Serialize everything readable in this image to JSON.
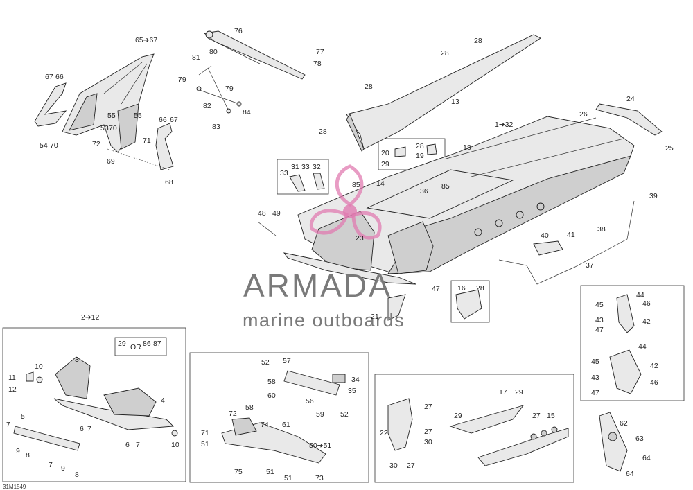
{
  "diagram_id": "31M1549",
  "watermark": {
    "brand": "ARMADA",
    "tagline": "marine outboards",
    "accent_color": "#e07bb0",
    "text_color": "#7a7a7a"
  },
  "callouts": [
    {
      "id": "c0",
      "text": "65➔67"
    },
    {
      "id": "c1",
      "text": "67"
    },
    {
      "id": "c2",
      "text": "66"
    },
    {
      "id": "c3",
      "text": "55"
    },
    {
      "id": "c4",
      "text": "55"
    },
    {
      "id": "c5",
      "text": "53"
    },
    {
      "id": "c6",
      "text": "70"
    },
    {
      "id": "c7",
      "text": "54"
    },
    {
      "id": "c8",
      "text": "70"
    },
    {
      "id": "c9",
      "text": "72"
    },
    {
      "id": "c10",
      "text": "71"
    },
    {
      "id": "c11",
      "text": "69"
    },
    {
      "id": "c12",
      "text": "66"
    },
    {
      "id": "c13",
      "text": "67"
    },
    {
      "id": "c14",
      "text": "68"
    },
    {
      "id": "c15",
      "text": "76"
    },
    {
      "id": "c16",
      "text": "81"
    },
    {
      "id": "c17",
      "text": "80"
    },
    {
      "id": "c18",
      "text": "79"
    },
    {
      "id": "c19",
      "text": "79"
    },
    {
      "id": "c20",
      "text": "82"
    },
    {
      "id": "c21",
      "text": "84"
    },
    {
      "id": "c22",
      "text": "83"
    },
    {
      "id": "c23",
      "text": "77"
    },
    {
      "id": "c24",
      "text": "78"
    },
    {
      "id": "c25",
      "text": "28"
    },
    {
      "id": "c26",
      "text": "28"
    },
    {
      "id": "c27",
      "text": "28"
    },
    {
      "id": "c28",
      "text": "13"
    },
    {
      "id": "c29",
      "text": "28"
    },
    {
      "id": "c30",
      "text": "1➔32"
    },
    {
      "id": "c31",
      "text": "26"
    },
    {
      "id": "c32",
      "text": "24"
    },
    {
      "id": "c33",
      "text": "25"
    },
    {
      "id": "c34",
      "text": "20"
    },
    {
      "id": "c35",
      "text": "29"
    },
    {
      "id": "c36",
      "text": "28"
    },
    {
      "id": "c37",
      "text": "19"
    },
    {
      "id": "c38",
      "text": "18"
    },
    {
      "id": "c39",
      "text": "31"
    },
    {
      "id": "c40",
      "text": "33"
    },
    {
      "id": "c41",
      "text": "32"
    },
    {
      "id": "c42",
      "text": "33"
    },
    {
      "id": "c43",
      "text": "14"
    },
    {
      "id": "c44",
      "text": "36"
    },
    {
      "id": "c45",
      "text": "85"
    },
    {
      "id": "c46",
      "text": "85"
    },
    {
      "id": "c47",
      "text": "39"
    },
    {
      "id": "c48",
      "text": "48"
    },
    {
      "id": "c49",
      "text": "49"
    },
    {
      "id": "c50",
      "text": "23"
    },
    {
      "id": "c51",
      "text": "38"
    },
    {
      "id": "c52",
      "text": "40"
    },
    {
      "id": "c53",
      "text": "41"
    },
    {
      "id": "c54",
      "text": "37"
    },
    {
      "id": "c55",
      "text": "47"
    },
    {
      "id": "c56",
      "text": "16"
    },
    {
      "id": "c57",
      "text": "28"
    },
    {
      "id": "c58",
      "text": "21"
    },
    {
      "id": "c59",
      "text": "2➔12"
    },
    {
      "id": "c60",
      "text": "29"
    },
    {
      "id": "c61",
      "text": "OR"
    },
    {
      "id": "c62",
      "text": "86"
    },
    {
      "id": "c63",
      "text": "87"
    },
    {
      "id": "c64",
      "text": "3"
    },
    {
      "id": "c65",
      "text": "10"
    },
    {
      "id": "c66",
      "text": "11"
    },
    {
      "id": "c67",
      "text": "12"
    },
    {
      "id": "c68",
      "text": "4"
    },
    {
      "id": "c69",
      "text": "5"
    },
    {
      "id": "c70",
      "text": "6"
    },
    {
      "id": "c71",
      "text": "7"
    },
    {
      "id": "c72",
      "text": "7"
    },
    {
      "id": "c73",
      "text": "9"
    },
    {
      "id": "c74",
      "text": "8"
    },
    {
      "id": "c75",
      "text": "7"
    },
    {
      "id": "c76",
      "text": "9"
    },
    {
      "id": "c77",
      "text": "8"
    },
    {
      "id": "c78",
      "text": "6"
    },
    {
      "id": "c79",
      "text": "7"
    },
    {
      "id": "c80",
      "text": "10"
    },
    {
      "id": "c81",
      "text": "52"
    },
    {
      "id": "c82",
      "text": "57"
    },
    {
      "id": "c83",
      "text": "58"
    },
    {
      "id": "c84",
      "text": "60"
    },
    {
      "id": "c85",
      "text": "56"
    },
    {
      "id": "c86",
      "text": "34"
    },
    {
      "id": "c87",
      "text": "35"
    },
    {
      "id": "c88",
      "text": "59"
    },
    {
      "id": "c89",
      "text": "52"
    },
    {
      "id": "c90",
      "text": "58"
    },
    {
      "id": "c91",
      "text": "72"
    },
    {
      "id": "c92",
      "text": "74"
    },
    {
      "id": "c93",
      "text": "61"
    },
    {
      "id": "c94",
      "text": "71"
    },
    {
      "id": "c95",
      "text": "51"
    },
    {
      "id": "c96",
      "text": "50➔51"
    },
    {
      "id": "c97",
      "text": "75"
    },
    {
      "id": "c98",
      "text": "51"
    },
    {
      "id": "c99",
      "text": "51"
    },
    {
      "id": "c100",
      "text": "73"
    },
    {
      "id": "c101",
      "text": "27"
    },
    {
      "id": "c102",
      "text": "22"
    },
    {
      "id": "c103",
      "text": "27"
    },
    {
      "id": "c104",
      "text": "30"
    },
    {
      "id": "c105",
      "text": "30"
    },
    {
      "id": "c106",
      "text": "27"
    },
    {
      "id": "c107",
      "text": "17"
    },
    {
      "id": "c108",
      "text": "29"
    },
    {
      "id": "c109",
      "text": "29"
    },
    {
      "id": "c110",
      "text": "27"
    },
    {
      "id": "c111",
      "text": "15"
    },
    {
      "id": "c112",
      "text": "44"
    },
    {
      "id": "c113",
      "text": "45"
    },
    {
      "id": "c114",
      "text": "46"
    },
    {
      "id": "c115",
      "text": "43"
    },
    {
      "id": "c116",
      "text": "42"
    },
    {
      "id": "c117",
      "text": "47"
    },
    {
      "id": "c118",
      "text": "44"
    },
    {
      "id": "c119",
      "text": "45"
    },
    {
      "id": "c120",
      "text": "42"
    },
    {
      "id": "c121",
      "text": "43"
    },
    {
      "id": "c122",
      "text": "46"
    },
    {
      "id": "c123",
      "text": "47"
    },
    {
      "id": "c124",
      "text": "62"
    },
    {
      "id": "c125",
      "text": "63"
    },
    {
      "id": "c126",
      "text": "64"
    },
    {
      "id": "c127",
      "text": "64"
    }
  ]
}
